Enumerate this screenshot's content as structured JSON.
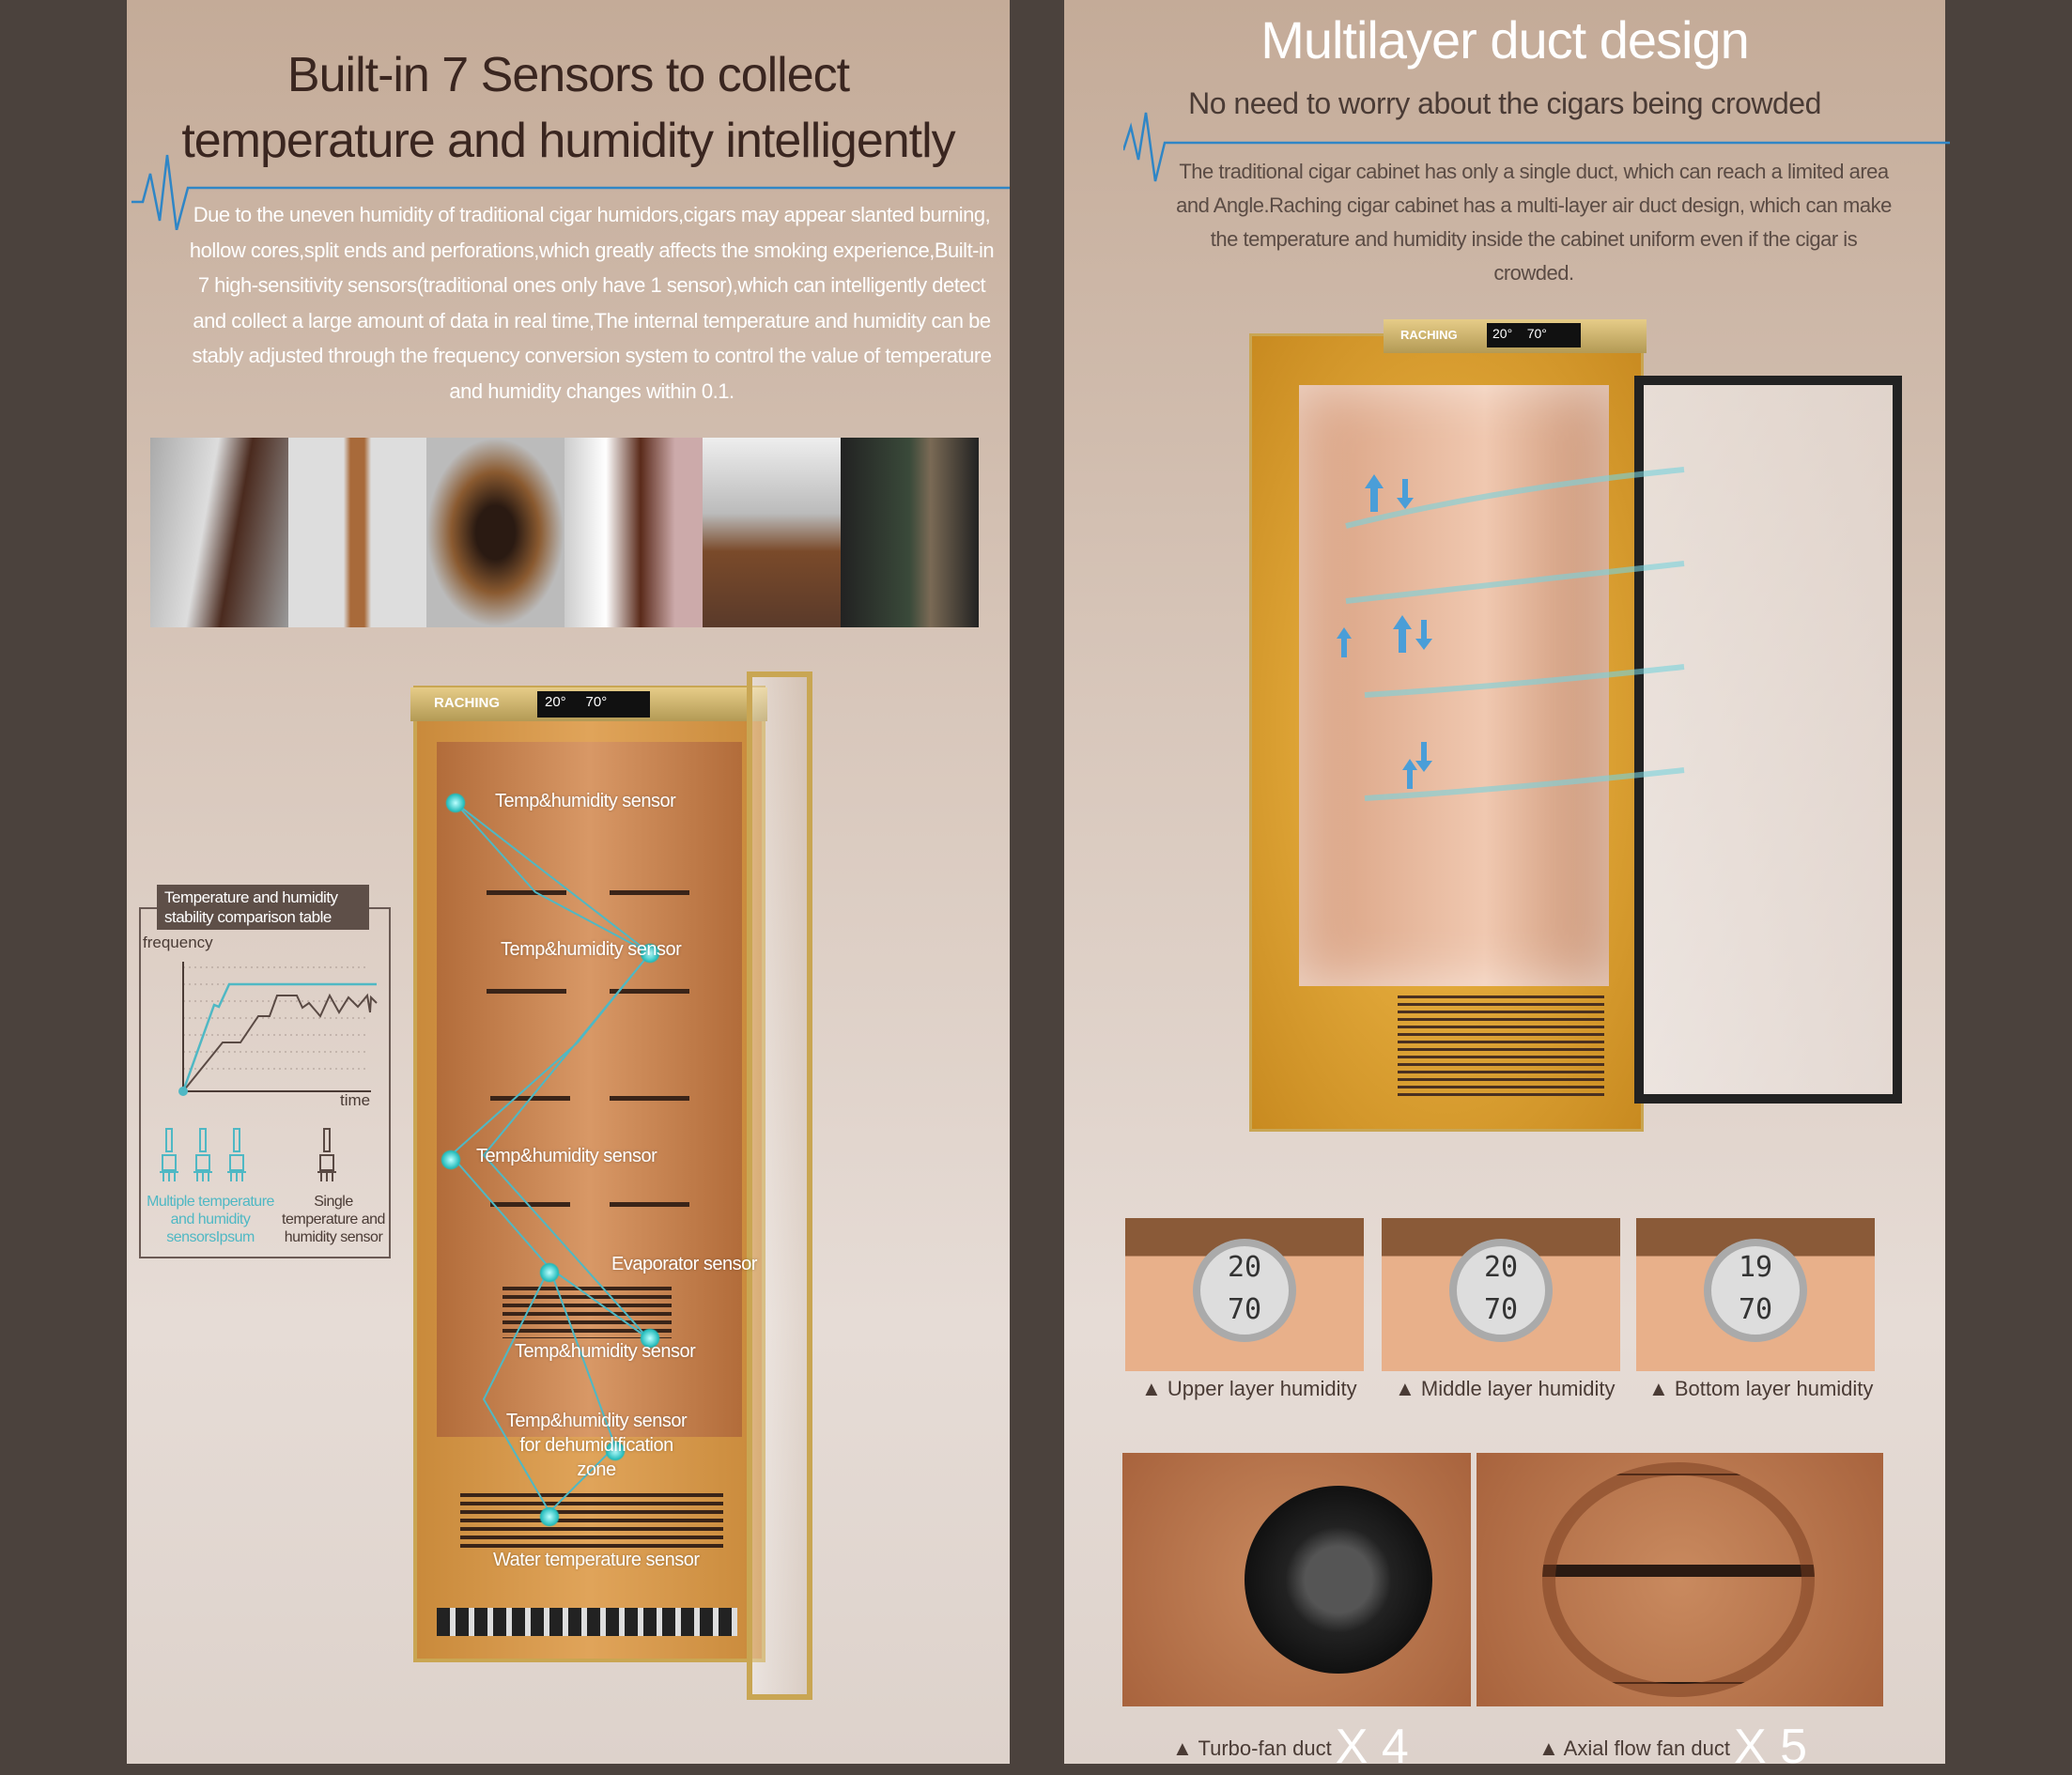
{
  "left": {
    "title_line1": "Built-in 7 Sensors to collect",
    "title_line2": "temperature and humidity intelligently",
    "paragraph": "Due to the uneven humidity of traditional cigar humidors,cigars may appear slanted burning, hollow cores,split ends and perforations,which greatly affects the smoking experience,Built-in 7 high-sensitivity sensors(traditional ones only have 1 sensor),which can intelligently detect and collect a large amount of data in real time,The internal temperature and humidity can be stably adjusted through the frequency conversion system to control the value of temperature and humidity changes within 0.1.",
    "cabinet": {
      "brand": "RACHING",
      "display_temp": "20°",
      "display_hum": "70°",
      "sensors": [
        "Temp&humidity sensor",
        "Temp&humidity sensor",
        "Temp&humidity sensor",
        "Evaporator sensor",
        "Temp&humidity sensor",
        "Temp&humidity sensor for dehumidification zone",
        "Water temperature sensor"
      ]
    },
    "comparison": {
      "title": "Temperature and humidity stability comparison table",
      "y_label": "frequency",
      "x_label": "time",
      "multi_label": "Multiple temperature and humidity sensorsIpsum",
      "single_label": "Single temperature and humidity sensor",
      "multi_color": "#4fb8c4",
      "single_color": "#5a4a44"
    }
  },
  "right": {
    "title": "Multilayer duct design",
    "subtitle": "No need to worry about the cigars being crowded",
    "paragraph": "The traditional cigar cabinet has only a single duct, which can reach a limited area and Angle.Raching cigar cabinet has a multi-layer air duct design, which can make the temperature and humidity inside the cabinet uniform even if the cigar is crowded.",
    "cabinet": {
      "brand": "RACHING",
      "display_temp": "20°",
      "display_hum": "70°"
    },
    "layers": [
      {
        "label": "▲ Upper layer humidity",
        "temp": "20",
        "hum": "70"
      },
      {
        "label": "▲ Middle layer humidity",
        "temp": "20",
        "hum": "70"
      },
      {
        "label": "▲ Bottom layer humidity",
        "temp": "19",
        "hum": "70"
      }
    ],
    "fans": [
      {
        "label": "▲ Turbo-fan duct",
        "count": "X 4"
      },
      {
        "label": "▲  Axial flow fan duct",
        "count": "X 5"
      }
    ]
  }
}
